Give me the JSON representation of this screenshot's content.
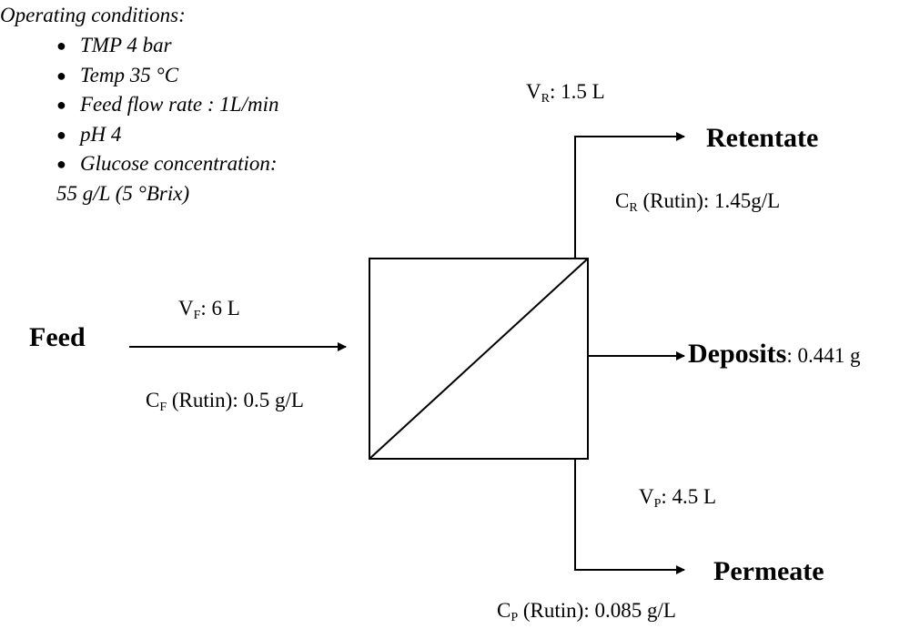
{
  "operating_conditions": {
    "title": "Operating conditions:",
    "items": [
      "TMP 4 bar",
      "Temp 35 °C",
      "Feed flow rate : 1L/min",
      "pH 4",
      "Glucose concentration:"
    ],
    "continuation": "55 g/L (5 °Brix)"
  },
  "feed": {
    "label": "Feed",
    "volume_symbol": "V",
    "volume_sub": "F",
    "volume_value": ": 6 L",
    "conc_symbol": "C",
    "conc_sub": "F",
    "conc_value": " (Rutin): 0.5 g/L"
  },
  "retentate": {
    "label": "Retentate",
    "volume_symbol": "V",
    "volume_sub": "R",
    "volume_value": ": 1.5 L",
    "conc_symbol": "C",
    "conc_sub": "R",
    "conc_value": " (Rutin): 1.45g/L"
  },
  "deposits": {
    "label": "Deposits",
    "value": ": 0.441 g"
  },
  "permeate": {
    "label": "Permeate",
    "volume_symbol": "V",
    "volume_sub": "P",
    "volume_value": ": 4.5 L",
    "conc_symbol": "C",
    "conc_sub": "P",
    "conc_value": " (Rutin): 0.085 g/L"
  },
  "colors": {
    "line": "#000000",
    "background": "#ffffff"
  }
}
